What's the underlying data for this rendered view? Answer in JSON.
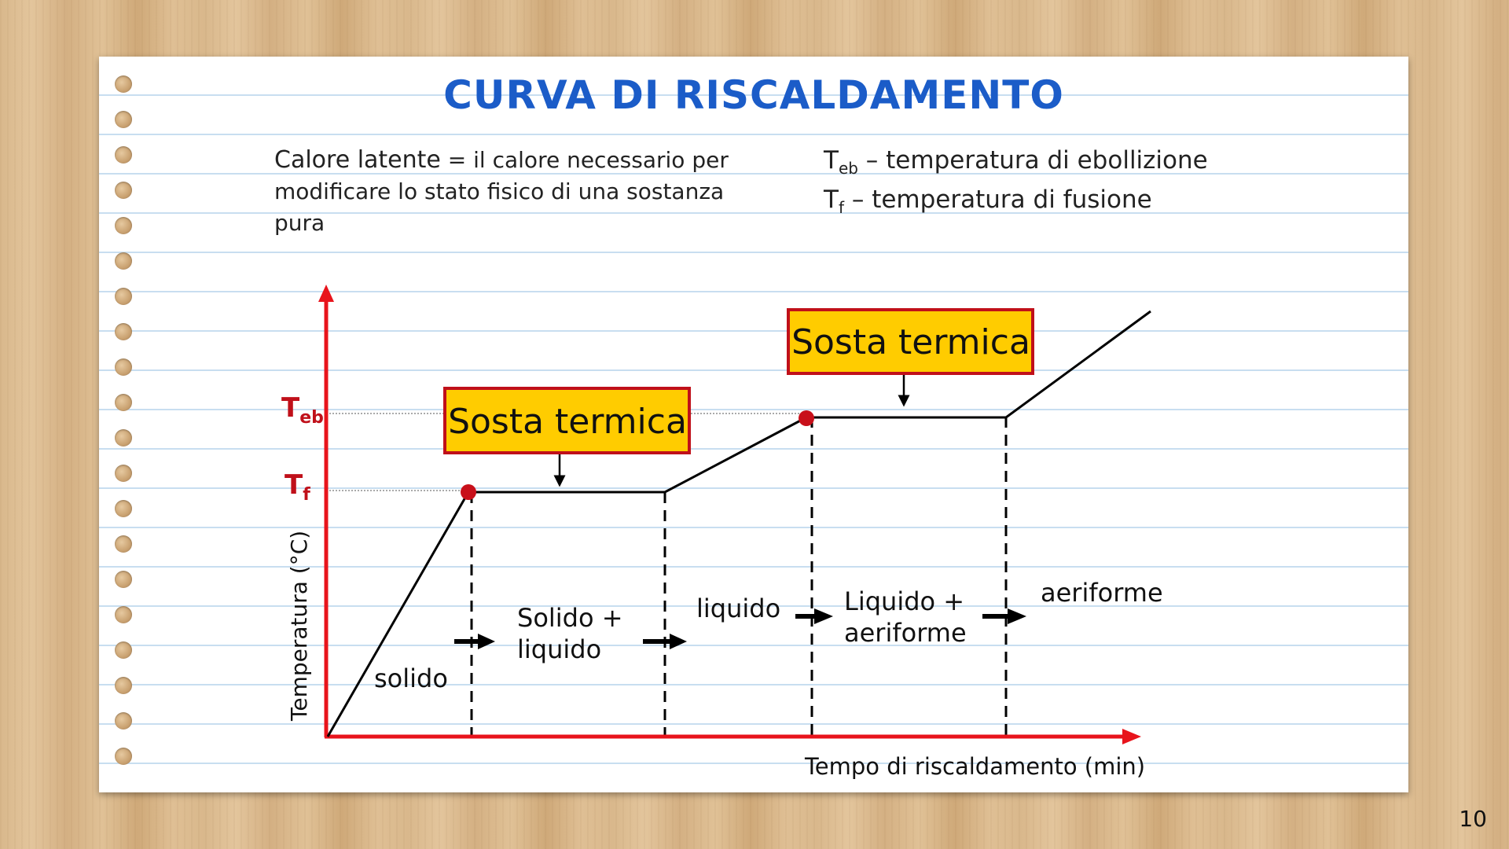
{
  "slide": {
    "title": "CURVA DI RISCALDAMENTO",
    "page_number": "10",
    "definition": {
      "term": "Calore latente",
      "text": "= il calore necessario per modificare lo stato fisico di una sostanza pura"
    },
    "legend": [
      {
        "symbol": "T",
        "sub": "eb",
        "text": "– temperatura di ebollizione"
      },
      {
        "symbol": "T",
        "sub": "f",
        "text": "– temperatura di fusione"
      }
    ]
  },
  "chart_data": {
    "type": "line",
    "title": "CURVA DI RISCALDAMENTO",
    "xlabel": "Tempo di riscaldamento (min)",
    "ylabel": "Temperatura (°C)",
    "y_ticks": [
      {
        "label": "T",
        "sub": "f"
      },
      {
        "label": "T",
        "sub": "eb"
      }
    ],
    "segments": [
      {
        "phase": "solido",
        "shape": "rising"
      },
      {
        "phase": "Solido + liquido",
        "shape": "plateau at Tf"
      },
      {
        "phase": "liquido",
        "shape": "rising"
      },
      {
        "phase": "Liquido + aeriforme",
        "shape": "plateau at Teb"
      },
      {
        "phase": "aeriforme",
        "shape": "rising"
      }
    ],
    "annotations": [
      {
        "text": "Sosta termica",
        "target": "plateau at Tf"
      },
      {
        "text": "Sosta termica",
        "target": "plateau at Teb"
      }
    ],
    "colors": {
      "axis": "#e8141c",
      "tick_labels": "#c0101a",
      "points": "#c8101a",
      "box_fill": "#ffcc00",
      "box_border": "#c0101a",
      "title": "#1b5cc8"
    }
  }
}
